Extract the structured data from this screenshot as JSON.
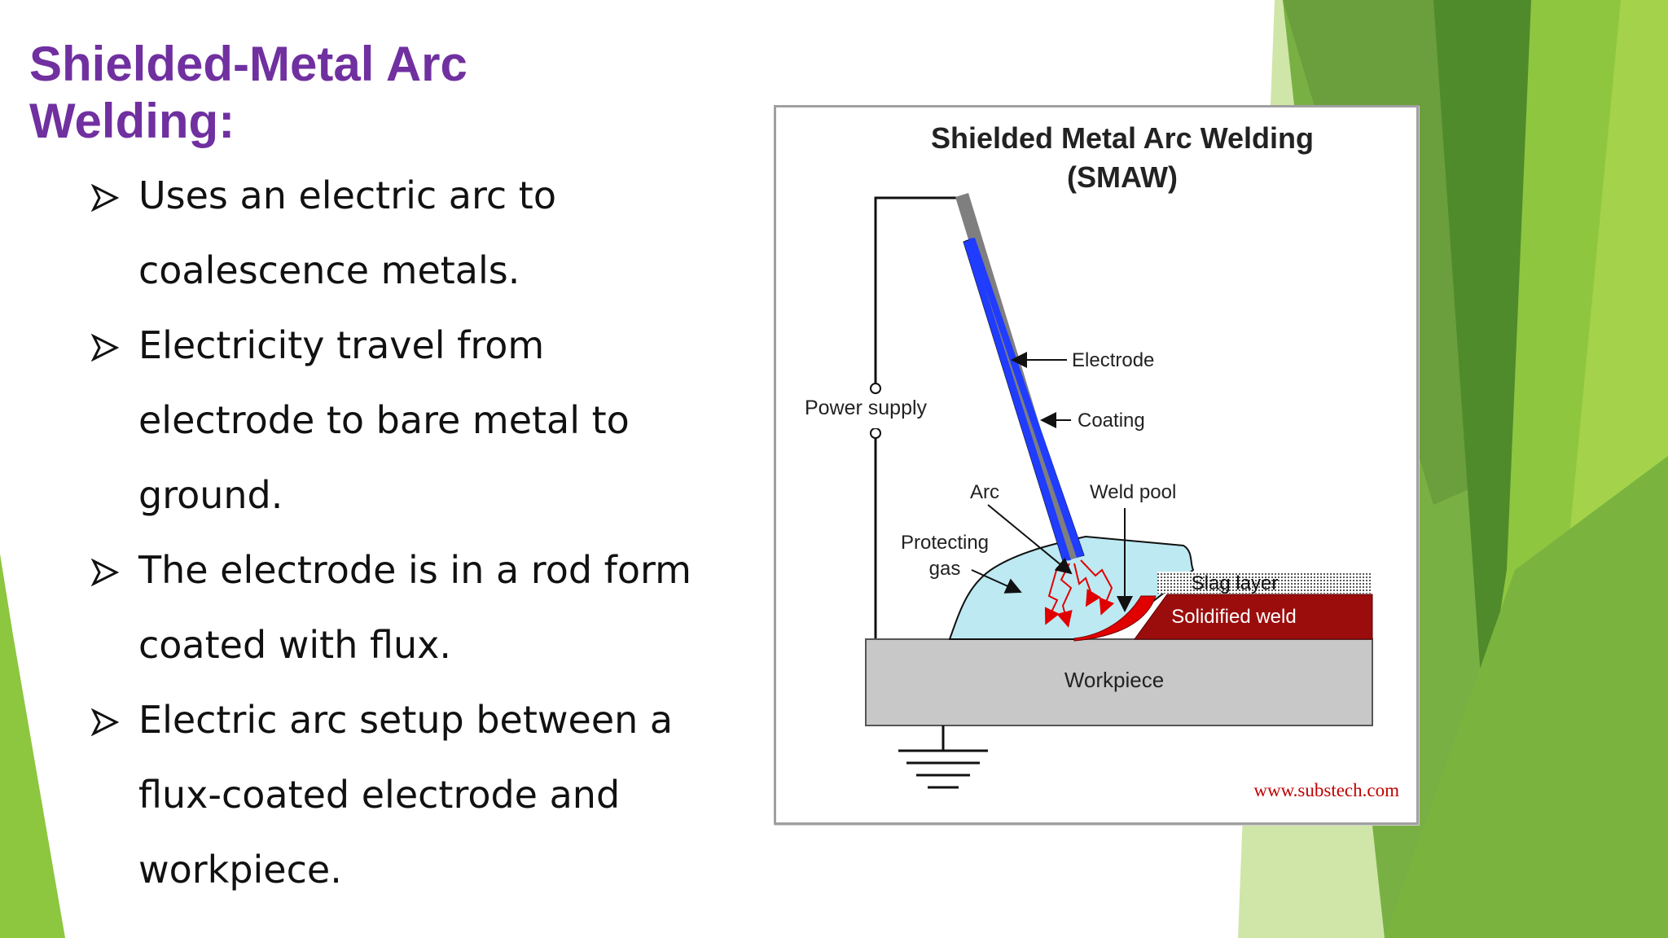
{
  "slide": {
    "title": "Shielded-Metal Arc Welding:",
    "bullets": [
      "Uses an electric arc to coalescence metals.",
      "Electricity travel from electrode to bare metal to ground.",
      "The electrode is in a rod form coated with flux.",
      "Electric arc setup between a flux-coated electrode and workpiece."
    ]
  },
  "diagram": {
    "title_line1": "Shielded Metal Arc Welding",
    "title_line2": "(SMAW)",
    "labels": {
      "electrode": "Electrode",
      "coating": "Coating",
      "power_supply": "Power supply",
      "arc": "Arc",
      "weld_pool": "Weld pool",
      "protecting_gas_line1": "Protecting",
      "protecting_gas_line2": "gas",
      "slag_layer": "Slag layer",
      "solidified_weld": "Solidified weld",
      "workpiece": "Workpiece"
    },
    "credit": "www.substech.com"
  },
  "colors": {
    "title": "#7030a0",
    "green_dark": "#4e8a2a",
    "green_light": "#8dc63f",
    "electrode_coating": "#1f3cff",
    "electrode_core": "#7f7f7f",
    "gas": "#bde9f2",
    "weld_pool": "#e00000",
    "solidified_weld": "#9b0d0d",
    "workpiece": "#c8c8c8",
    "credit": "#c00000"
  }
}
